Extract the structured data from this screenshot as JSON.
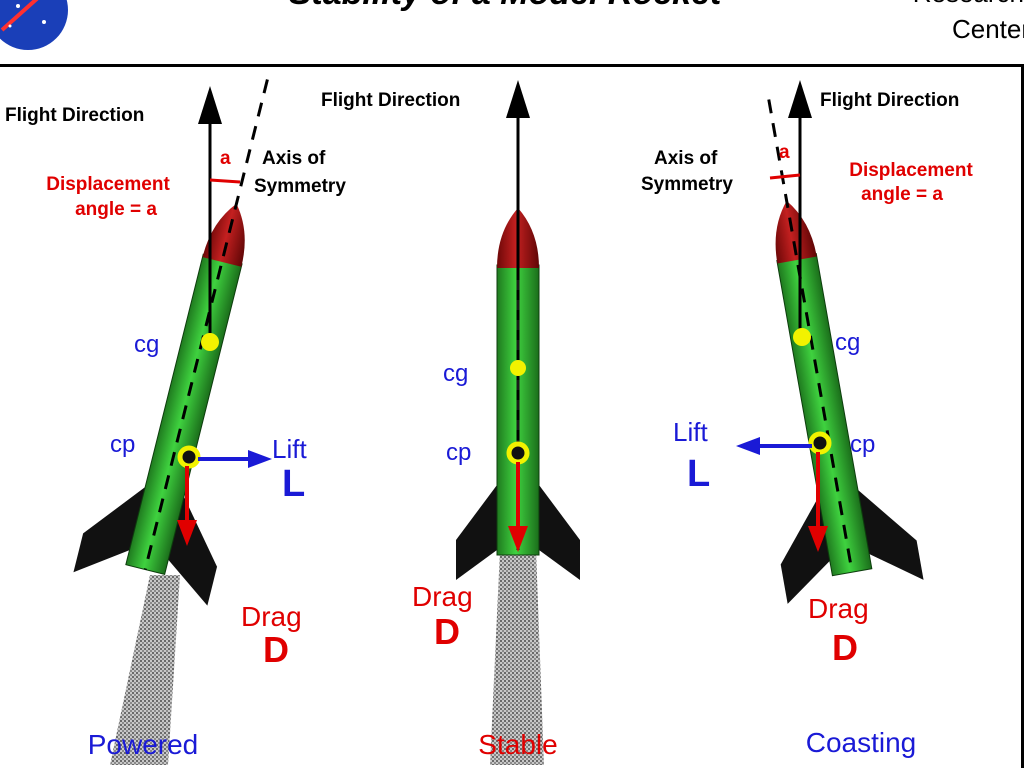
{
  "header": {
    "title": "Stability of a Model Rocket",
    "org_line1": "Research",
    "org_line2": "Center"
  },
  "colors": {
    "red": "#e00000",
    "blue": "#1a1ad6",
    "green": "#2eb82e",
    "nose": "#a01010",
    "fin": "#111111"
  },
  "panels": {
    "powered": {
      "flight_direction": "Flight Direction",
      "axis": [
        "Axis of",
        "Symmetry"
      ],
      "angle_symbol": "a",
      "displacement": [
        "Displacement",
        "angle = a"
      ],
      "cg": "cg",
      "cp": "cp",
      "lift": "Lift",
      "lift_symbol": "L",
      "drag": "Drag",
      "drag_symbol": "D",
      "caption": "Powered"
    },
    "stable": {
      "flight_direction": "Flight Direction",
      "cg": "cg",
      "cp": "cp",
      "drag": "Drag",
      "drag_symbol": "D",
      "caption": "Stable"
    },
    "coasting": {
      "flight_direction": "Flight Direction",
      "axis": [
        "Axis of",
        "Symmetry"
      ],
      "angle_symbol": "a",
      "displacement": [
        "Displacement",
        "angle = a"
      ],
      "cg": "cg",
      "cp": "cp",
      "lift": "Lift",
      "lift_symbol": "L",
      "drag": "Drag",
      "drag_symbol": "D",
      "caption": "Coasting"
    }
  }
}
